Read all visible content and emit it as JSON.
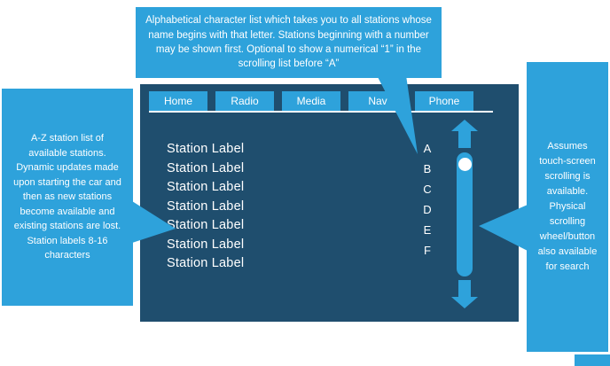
{
  "callouts": {
    "top": "Alphabetical character list which takes you to all stations whose name begins with that letter. Stations beginning with a number may be shown first. Optional to show a numerical “1” in the scrolling list before “A”",
    "left": "A-Z station list of available stations. Dynamic updates made upon starting the car and then as new stations become available and existing stations are lost. Station labels 8-16 characters",
    "right": "Assumes touch-screen scrolling is available. Physical scrolling wheel/button also available for search"
  },
  "screen": {
    "tabs": [
      "Home",
      "Radio",
      "Media",
      "Nav",
      "Phone"
    ],
    "stations": [
      "Station Label",
      "Station Label",
      "Station Label",
      "Station Label",
      "Station Label",
      "Station Label",
      "Station Label"
    ],
    "letters": [
      "A",
      "B",
      "C",
      "D",
      "E",
      "F"
    ]
  },
  "colors": {
    "accent": "#2EA2DB",
    "screen": "#1F4E6E"
  }
}
